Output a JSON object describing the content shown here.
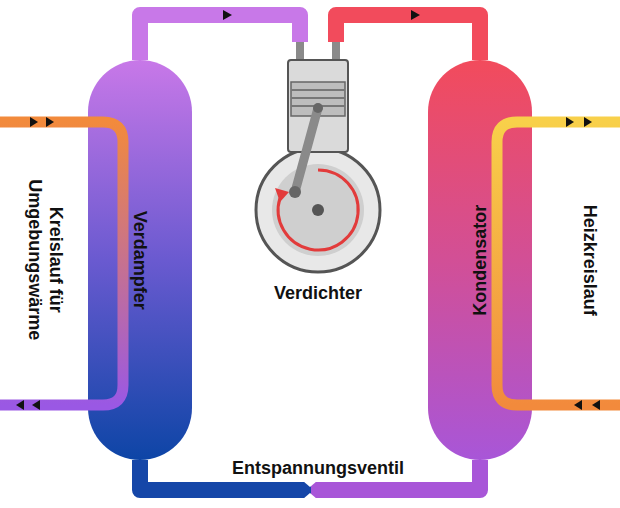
{
  "diagram": {
    "nodes": [
      {
        "text": [
          "Verdampfer"
        ]
      },
      {
        "text": [
          "Verdichter"
        ]
      },
      {
        "text": [
          "Kondensator"
        ]
      }
    ],
    "edges": [
      {
        "from": 0,
        "to": 1,
        "arrow": "to"
      },
      {
        "from": 1,
        "to": 2,
        "arrow": "to"
      },
      {
        "from": 2,
        "to": 0,
        "arrow": "none",
        "label": "Entspannungsventil"
      }
    ],
    "labels": [
      "Kreislauf für Umgebungswärme",
      "Heizkreislauf"
    ]
  }
}
